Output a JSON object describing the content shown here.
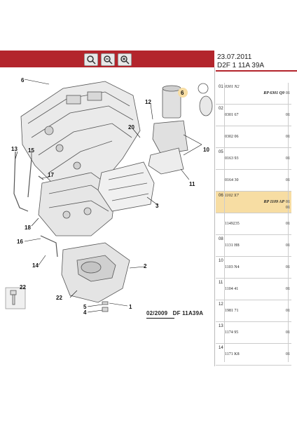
{
  "header": {
    "date": "23.07.2011",
    "reference": "D2F 1 11A 39A"
  },
  "toolbar": {
    "buttons": [
      {
        "icon": "magnifier-icon"
      },
      {
        "icon": "zoom-out-icon"
      },
      {
        "icon": "zoom-fit-icon"
      }
    ]
  },
  "diagram": {
    "callouts": [
      "6",
      "12",
      "20",
      "10",
      "11",
      "13",
      "15",
      "17",
      "3",
      "18",
      "16",
      "14",
      "2",
      "22",
      "1",
      "5",
      "4",
      "22",
      "6"
    ],
    "footer_date": "02/2009",
    "footer_code": "DF 11A39A"
  },
  "parts": [
    {
      "num": "01",
      "sub": "0301 N2",
      "rp": "RP 6301 Q9",
      "qty": "01",
      "highlight": false
    },
    {
      "num": "02",
      "ref": "0301 67",
      "qty": "01",
      "highlight": false
    },
    {
      "num": "",
      "ref": "0302 06",
      "qty": "01",
      "highlight": false
    },
    {
      "num": "05",
      "ref": "0163 93",
      "qty": "01",
      "highlight": false
    },
    {
      "num": "",
      "ref": "0164 30",
      "qty": "01",
      "highlight": false
    },
    {
      "num": "06",
      "sub": "1102 X7",
      "rp": "RP 1109 AP",
      "qty": "01",
      "qty2": "01",
      "highlight": true
    },
    {
      "num": "",
      "ref": "1149235",
      "qty": "01",
      "highlight": false
    },
    {
      "num": "08",
      "ref": "1131 H8",
      "qty": "01",
      "highlight": false
    },
    {
      "num": "10",
      "ref": "1103 N4",
      "qty": "01",
      "highlight": false
    },
    {
      "num": "11",
      "ref": "1104 41",
      "qty": "01",
      "highlight": false
    },
    {
      "num": "12",
      "ref": "1981 71",
      "qty": "01",
      "highlight": false
    },
    {
      "num": "13",
      "ref": "1174 95",
      "qty": "01",
      "highlight": false
    },
    {
      "num": "14",
      "ref": "1171 K8",
      "qty": "01",
      "highlight": false
    }
  ],
  "colors": {
    "accent": "#b3252c",
    "highlight": "#f7dda3"
  }
}
